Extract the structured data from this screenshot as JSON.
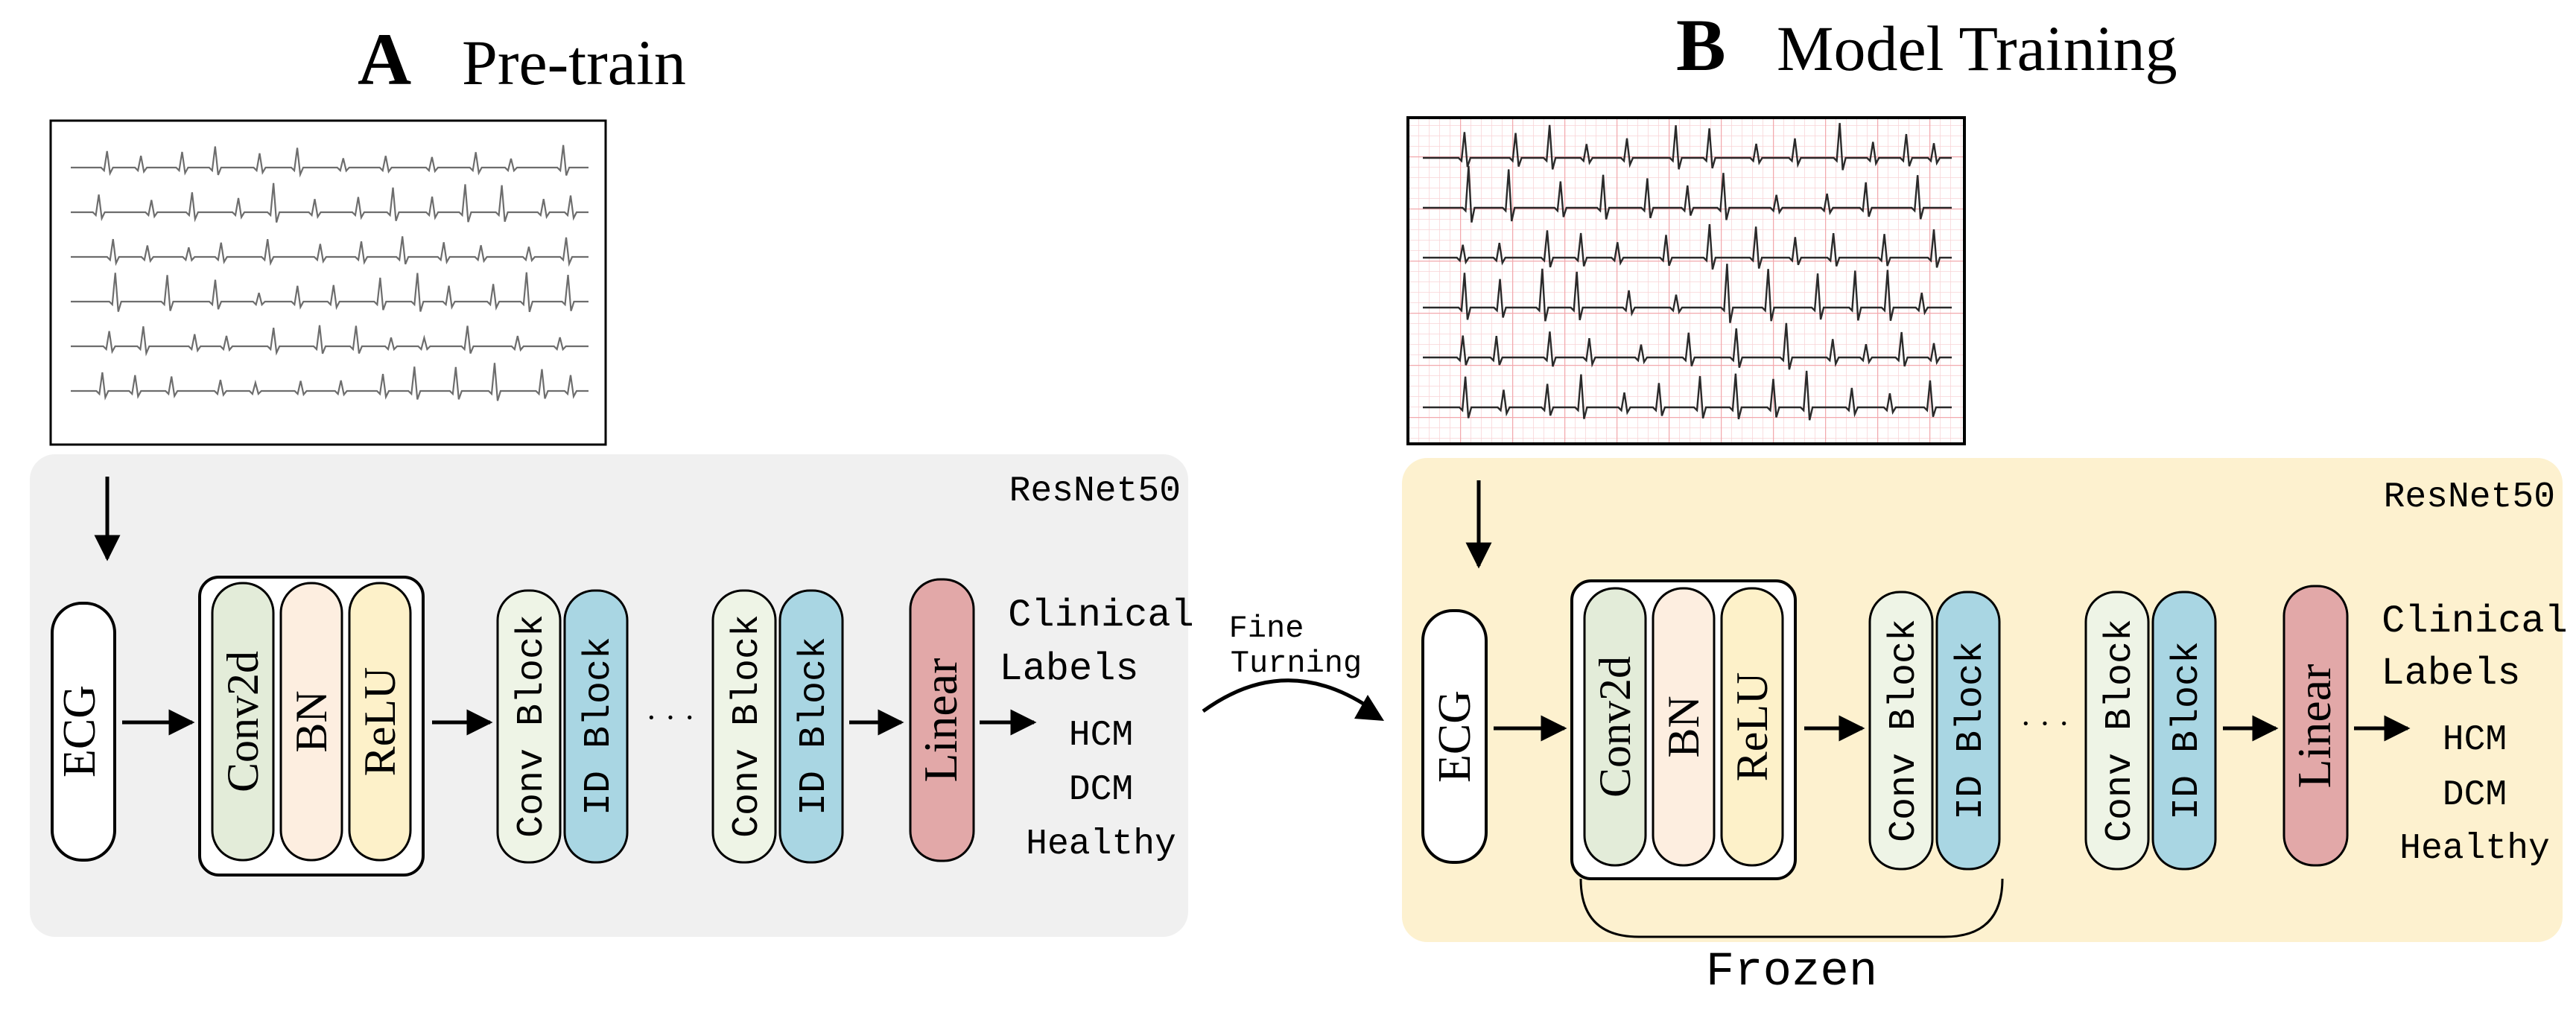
{
  "panel_a": {
    "letter": "A",
    "title": "Pre-train",
    "network_label": "ResNet50",
    "blocks": {
      "input": "ECG",
      "conv2d": "Conv2d",
      "bn": "BN",
      "relu": "ReLU",
      "conv_block_1": "Conv Block",
      "id_block_1": "ID Block",
      "ellipsis": "· · ·",
      "conv_block_2": "Conv Block",
      "id_block_2": "ID Block",
      "linear": "Linear"
    },
    "outputs": [
      "Clinical",
      "Labels",
      "HCM",
      "DCM",
      "Healthy"
    ]
  },
  "transfer": {
    "line1": "Fine",
    "line2": "Turning"
  },
  "panel_b": {
    "letter": "B",
    "title": "Model Training",
    "network_label": "ResNet50",
    "blocks": {
      "input": "ECG",
      "conv2d": "Conv2d",
      "bn": "BN",
      "relu": "ReLU",
      "conv_block_1": "Conv Block",
      "id_block_1": "ID Block",
      "ellipsis": "· · ·",
      "conv_block_2": "Conv Block",
      "id_block_2": "ID Block",
      "linear": "Linear"
    },
    "outputs": [
      "Clinical",
      "Labels",
      "HCM",
      "DCM",
      "Healthy"
    ],
    "frozen_label": "Frozen"
  },
  "colors": {
    "panel_a_bg": "#f0f0f0",
    "panel_b_bg": "#fdf1cf",
    "conv2d": "#e3ecd9",
    "bn": "#fdeee0",
    "relu": "#fdf1c9",
    "conv_block": "#eef4e6",
    "id_block": "#a9d6e3",
    "linear": "#e2a8a8",
    "ecg_grid": "#f6c6c8"
  }
}
